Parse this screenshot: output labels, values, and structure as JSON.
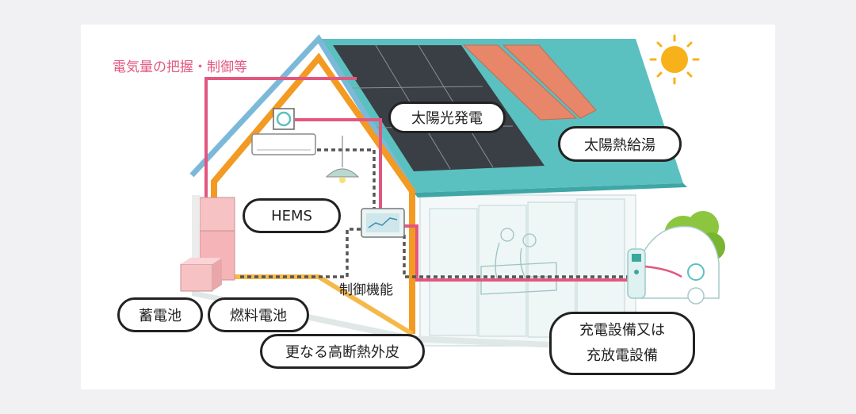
{
  "labels": {
    "energy_monitoring": "電気量の把握・制御等",
    "solar_power": "太陽光発電",
    "solar_water_heating": "太陽熱給湯",
    "hems": "HEMS",
    "control_function": "制御機能",
    "storage_battery": "蓄電池",
    "fuel_cell": "燃料電池",
    "insulation": "更なる高断熱外皮",
    "charging_line1": "充電設備又は",
    "charging_line2": "充放電設備"
  },
  "colors": {
    "roof": "#5bc0c0",
    "roof_edge": "#7cb9d9",
    "frame": "#f39a22",
    "frame_inner": "#f5b94a",
    "pink_line": "#e2577f",
    "dotted_line": "#555555",
    "solar_panel": "#3a3f45",
    "thermal_panel": "#e8866a",
    "sun": "#f7b21b",
    "battery": "#f7c2c4",
    "tree": "#8cc63f"
  },
  "icons": [
    "sun-icon",
    "clock-icon",
    "air-conditioner-icon",
    "ceiling-lamp-icon",
    "hems-monitor-icon",
    "ev-charger-icon",
    "electric-car-icon",
    "tree-icon",
    "people-icon"
  ]
}
